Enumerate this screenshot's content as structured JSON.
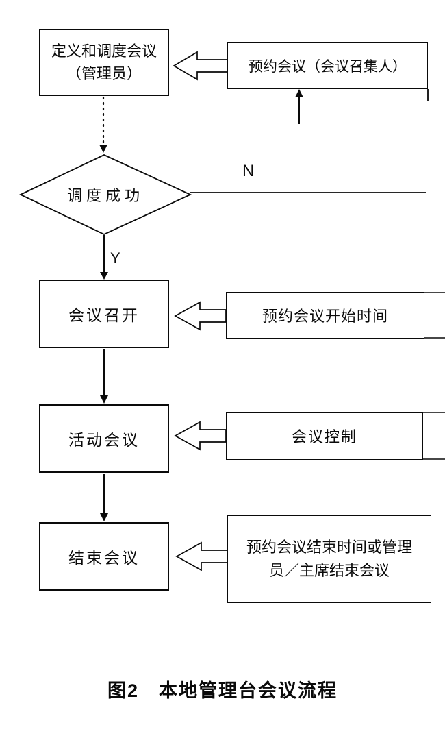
{
  "diagram": {
    "type": "flowchart",
    "caption": "图2　本地管理台会议流程",
    "nodes": {
      "define_schedule": {
        "line1": "定义和调度会议",
        "line2": "（管理员）"
      },
      "reserve_meeting": {
        "label": "预约会议（会议召集人）"
      },
      "schedule_success": {
        "label": "调度成功"
      },
      "meeting_start": {
        "label": "会议召开"
      },
      "reserve_start_time": {
        "label": "预约会议开始时间"
      },
      "active_meeting": {
        "label": "活动会议"
      },
      "meeting_control": {
        "label": "会议控制"
      },
      "end_meeting": {
        "label": "结束会议"
      },
      "reserve_end_time": {
        "line1": "预约会议结束时间或管理",
        "line2": "员／主席结束会议"
      }
    },
    "edges": {
      "no_label": "N",
      "yes_label": "Y"
    },
    "colors": {
      "line": "#0a0a0a",
      "fill": "#ffffff"
    }
  }
}
